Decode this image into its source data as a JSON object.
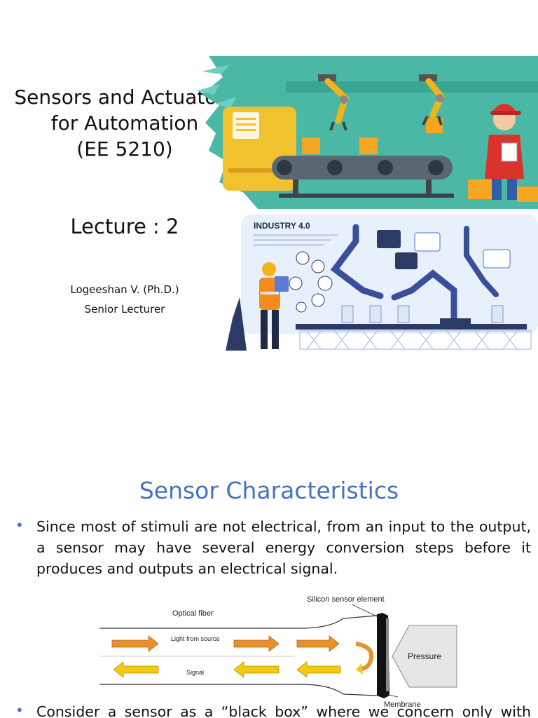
{
  "slide1": {
    "title_line1": "Sensors and Actuators",
    "title_line2": "for Automation",
    "course_code": "(EE 5210)",
    "lecture": "Lecture : 2",
    "author_name": "Logeeshan V. (Ph.D.)",
    "author_title": "Senior Lecturer",
    "industry_label": "INDUSTRY 4.0"
  },
  "slide2": {
    "title": "Sensor Characteristics",
    "bullets": [
      "Since most of stimuli are not electrical, from an input to the output, a sensor may have several energy conversion steps before it produces and outputs an electrical signal.",
      "Consider a sensor as a “black box” where we concern only with"
    ],
    "diagram": {
      "optical_fiber": "Optical fiber",
      "light_from_source": "Light from source",
      "signal": "Signal",
      "silicon_sensor_element": "Silicon sensor element",
      "pressure": "Pressure",
      "membrane": "Membrane"
    }
  },
  "colors": {
    "title_blue": "#4472c4",
    "arrow_orange": "#e8902c",
    "arrow_yellow": "#f3c911",
    "teal_background": "#4bb8a5"
  }
}
